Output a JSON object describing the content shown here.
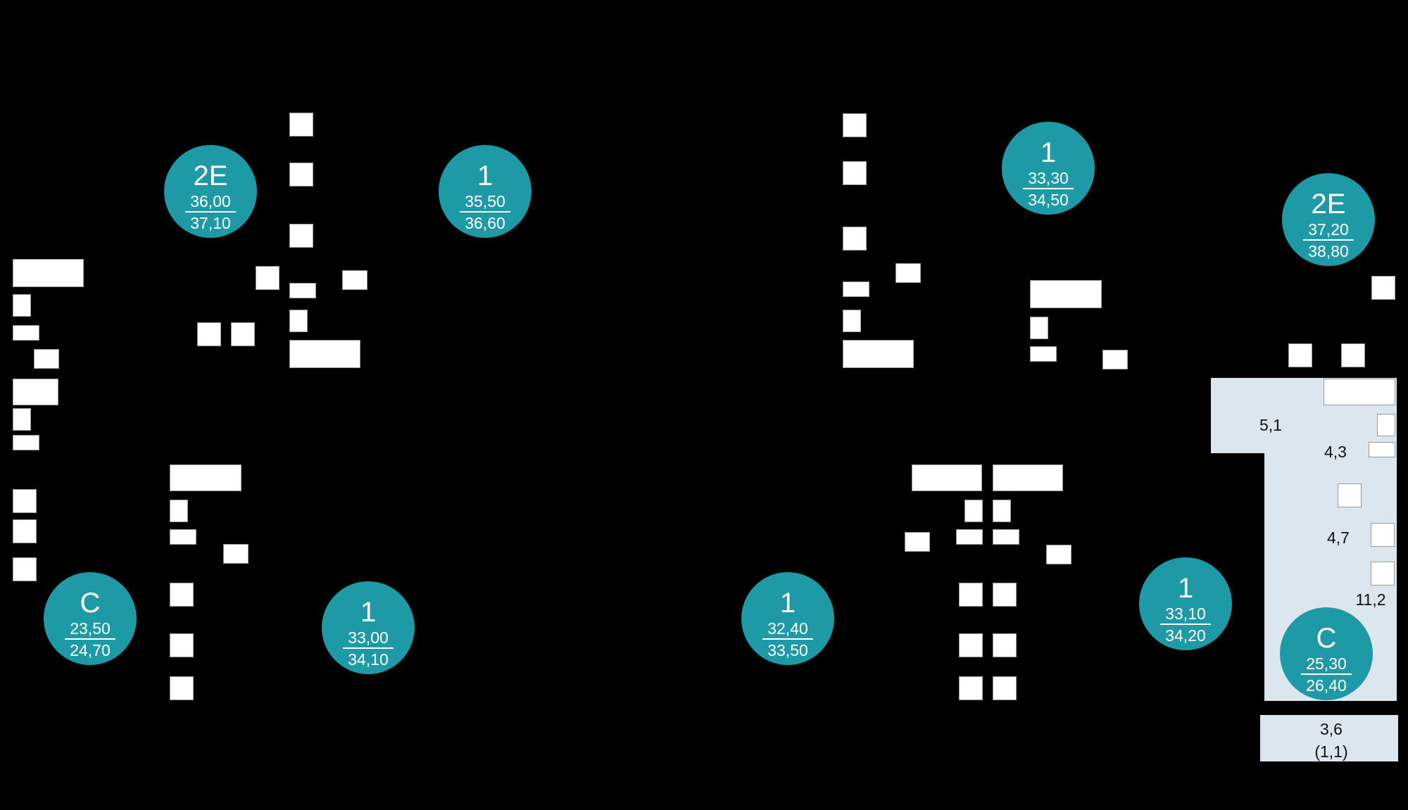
{
  "units": [
    {
      "type": "2E",
      "living": "36,00",
      "total": "37,10"
    },
    {
      "type": "1",
      "living": "35,50",
      "total": "36,60"
    },
    {
      "type": "1",
      "living": "33,30",
      "total": "34,50"
    },
    {
      "type": "2E",
      "living": "37,20",
      "total": "38,80"
    },
    {
      "type": "C",
      "living": "23,50",
      "total": "24,70"
    },
    {
      "type": "1",
      "living": "33,00",
      "total": "34,10"
    },
    {
      "type": "1",
      "living": "32,40",
      "total": "33,50"
    },
    {
      "type": "1",
      "living": "33,10",
      "total": "34,20"
    },
    {
      "type": "C",
      "living": "25,30",
      "total": "26,40"
    }
  ],
  "rooms": {
    "hall": "5,1",
    "bath": "4,3",
    "kitchen": "4,7",
    "living": "11,2",
    "balcony": "3,6",
    "balcony_reduced": "(1,1)"
  },
  "colors": {
    "background": "#000000",
    "badge": "#1e9aa6",
    "room_fill": "#dbe6ee"
  }
}
